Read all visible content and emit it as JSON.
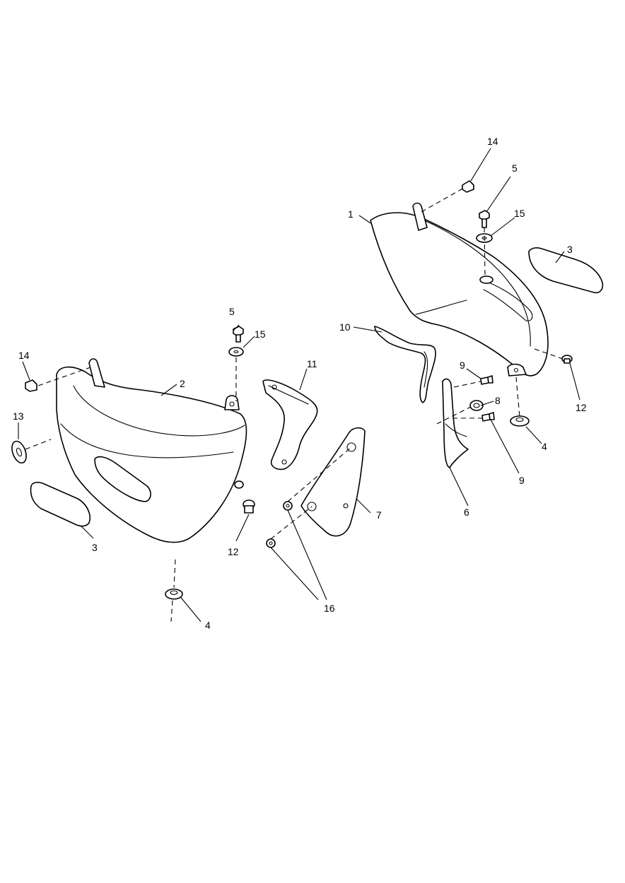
{
  "diagram": {
    "callouts": {
      "c1": "1",
      "c2": "2",
      "c3_right": "3",
      "c3_left": "3",
      "c4_right": "4",
      "c4_left": "4",
      "c5_right": "5",
      "c5_left": "5",
      "c6": "6",
      "c7": "7",
      "c8": "8",
      "c9_upper": "9",
      "c9_lower": "9",
      "c10": "10",
      "c11": "11",
      "c12_right": "12",
      "c12_left": "12",
      "c13": "13",
      "c14_right": "14",
      "c14_left": "14",
      "c15_right": "15",
      "c15_left": "15",
      "c16": "16"
    },
    "colors": {
      "line": "#000000",
      "background": "#ffffff"
    }
  }
}
